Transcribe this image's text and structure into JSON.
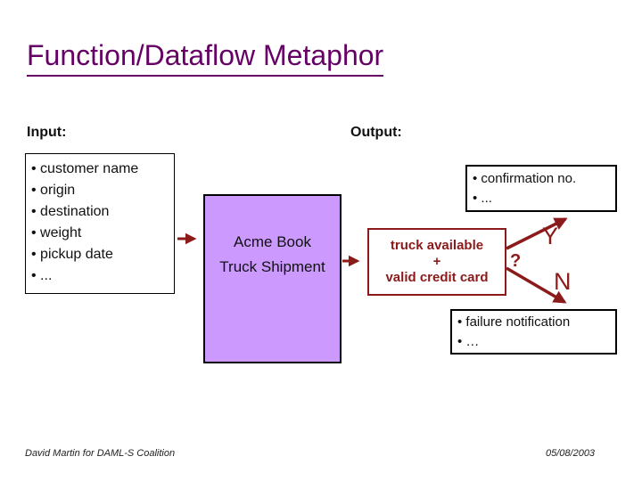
{
  "title": "Function/Dataflow Metaphor",
  "input_section": {
    "label": "Input:",
    "items": [
      "customer name",
      "origin",
      "destination",
      "weight",
      "pickup date",
      "..."
    ]
  },
  "output_section": {
    "label": "Output:",
    "confirmation_items": [
      "confirmation no.",
      "..."
    ],
    "failure_items": [
      "failure notification",
      "…"
    ]
  },
  "process_box": {
    "line1": "Acme Book",
    "line2": "Truck Shipment"
  },
  "condition_box": {
    "line1": "truck available",
    "line2": "+",
    "line3": "valid credit card"
  },
  "decision": {
    "question_mark": "?",
    "yes_label": "Y",
    "no_label": "N"
  },
  "footer": {
    "credit": "David Martin for DAML-S Coalition",
    "date": "05/08/2003"
  },
  "colors": {
    "title_purple": "#660066",
    "accent_dark_red": "#8B1A1A",
    "process_fill": "#CC99FF"
  }
}
